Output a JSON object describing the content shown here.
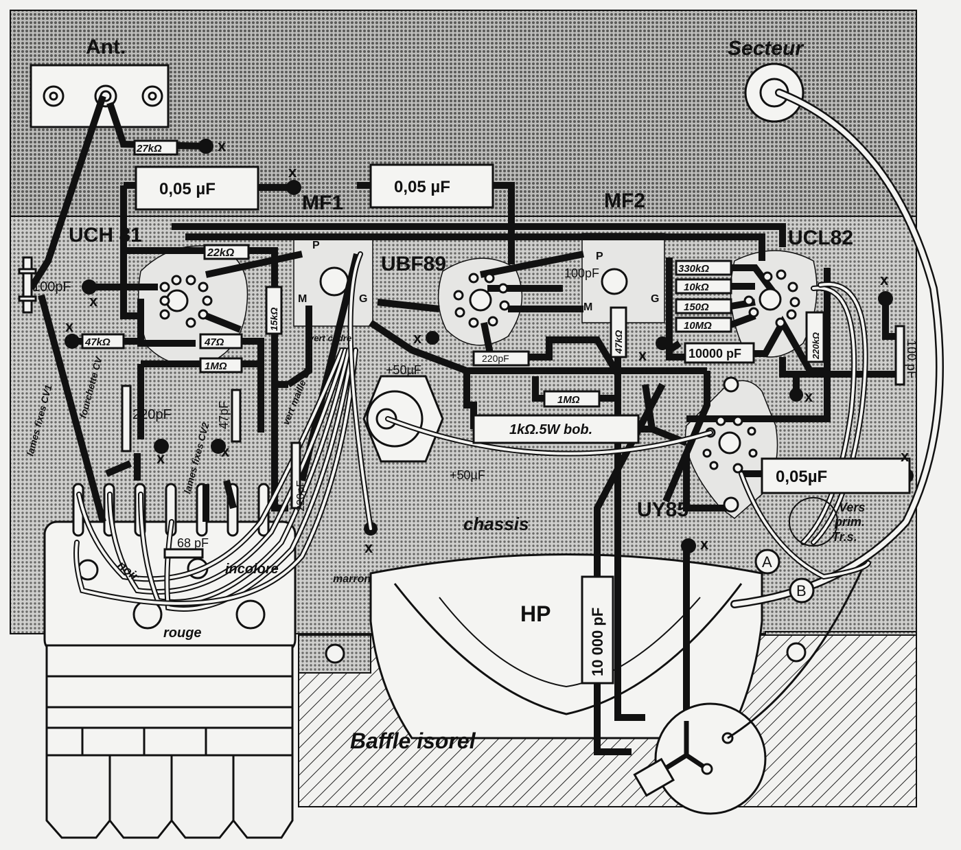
{
  "labels": {
    "ant": "Ant.",
    "secteur": "Secteur",
    "r27k": "27kΩ",
    "c005_a": "0,05 µF",
    "c005_b": "0,05 µF",
    "c005_c": "0,05µF",
    "mf1": "MF1",
    "mf2": "MF2",
    "uch81": "UCH 81",
    "ubf89": "UBF89",
    "ucl82": "UCL82",
    "uy85": "UY85",
    "r22k": "22kΩ",
    "r15k": "15kΩ",
    "p1": "P",
    "m1": "M",
    "g1": "G",
    "p2": "P",
    "m2": "M",
    "g2": "G",
    "c100pf_left": "100pF",
    "c100pf_mid": "100pF",
    "c100pf_right": "100 pF",
    "r47k": "47kΩ",
    "r47ohm": "47Ω",
    "r1m_a": "1MΩ",
    "r1m_b": "1MΩ",
    "r330k": "330kΩ",
    "r10k": "10kΩ",
    "r150": "150Ω",
    "r10m": "10MΩ",
    "c10000pf": "10000 pF",
    "c10000pf_v": "10 000 pF",
    "r220k": "220kΩ",
    "c220pf_mid": "220pF",
    "c220pf_left": "220pF",
    "c220pf_vert": "220pF",
    "r47k_v": "47kΩ",
    "r1k5w": "1kΩ.5W bob.",
    "plus50_a": "+50µF",
    "plus50_b": "+50µF",
    "c47pf": "47pF",
    "c68pf": "68 pF",
    "lames_cv1": "lames fixes CV1",
    "fourchette": "fourchette CV",
    "lames_cv2": "lames fixes CV2",
    "vert_cadre": "vert cadre",
    "vert_maille": "vert maille CV",
    "incolore": "incolore",
    "noir": "noir",
    "rouge": "rouge",
    "marron": "marron",
    "chassis": "chassis",
    "hp": "HP",
    "baffle": "Baffle isorel",
    "vers_prim": [
      "Vers",
      "prim.",
      "Tr.s."
    ],
    "a": "A",
    "b": "B",
    "x": "x"
  },
  "colors": {
    "paper": "#f2f2f0",
    "chassis_gray": "#b4b4b2",
    "ink": "#111111"
  }
}
